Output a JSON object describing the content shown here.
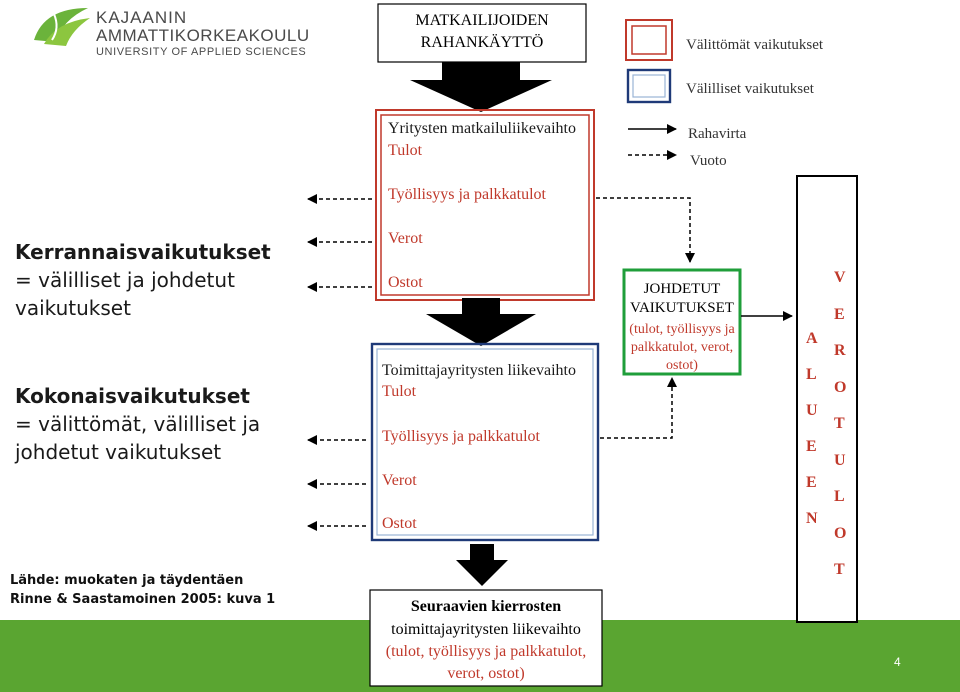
{
  "logo": {
    "line1": "KAJAANIN",
    "line2": "AMMATTIKORKEAKOULU",
    "line3": "UNIVERSITY OF APPLIED SCIENCES"
  },
  "top_box": {
    "line1": "MATKAILIJOIDEN",
    "line2": "RAHANKÄYTTÖ"
  },
  "legend": {
    "direct": "Välittömät vaikutukset",
    "indirect": "Välilliset vaikutukset",
    "cash_flow": "Rahavirta",
    "leak": "Vuoto"
  },
  "tourism_box": {
    "title": "Yritysten matkailuliikevaihto",
    "income": "Tulot",
    "employment": "Työllisyys ja palkkatulot",
    "taxes": "Verot",
    "purchases": "Ostot"
  },
  "supplier_box": {
    "title": "Toimittajayritysten liikevaihto",
    "income": "Tulot",
    "employment": "Työllisyys ja palkkatulot",
    "taxes": "Verot",
    "purchases": "Ostot"
  },
  "next_box": {
    "line1": "Seuraavien kierrosten",
    "line2": "toimittajayritysten liikevaihto",
    "line3": "(tulot, työllisyys ja palkkatulot,",
    "line4": "verot, ostot)"
  },
  "derived_box": {
    "line1": "JOHDETUT",
    "line2": "VAIKUTUKSET",
    "line3": "(tulot, työllisyys ja",
    "line4": "palkkatulot, verot,",
    "line5": "ostot)"
  },
  "region": {
    "alue": [
      "A",
      "L",
      "U",
      "E",
      "E",
      "N"
    ],
    "verotulot": [
      "V",
      "E",
      "R",
      "O",
      "T",
      "U",
      "L",
      "O",
      "T"
    ]
  },
  "left": {
    "multiplier_heading": "Kerrannaisvaikutukset",
    "multiplier_line1": "= välilliset ja johdetut",
    "multiplier_line2": "vaikutukset",
    "total_heading": "Kokonaisvaikutukset",
    "total_line1": "= välittömät, välilliset ja",
    "total_line2": "johdetut vaikutukset"
  },
  "source": {
    "line1": "Lähde: muokaten ja täydentäen",
    "line2": "Rinne & Saastamoinen 2005: kuva 1"
  },
  "page_number": "4",
  "colors": {
    "direct_red": "#c0392b",
    "derived_green": "#1f9e3a",
    "footer_green": "#5aa531",
    "logo_green": "#6bb33b"
  }
}
